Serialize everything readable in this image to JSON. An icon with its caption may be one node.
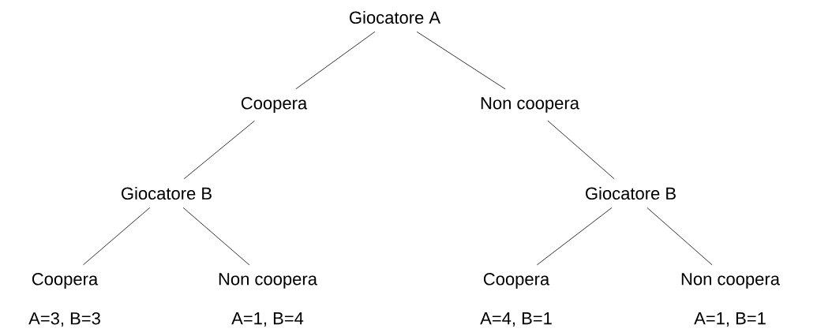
{
  "diagram": {
    "nodes": [
      {
        "text": [
          "Giocatore A"
        ]
      },
      {
        "text": [
          "Coopera"
        ]
      },
      {
        "text": [
          "Non coopera"
        ]
      },
      {
        "text": [
          "Giocatore B"
        ]
      },
      {
        "text": [
          "Giocatore B"
        ]
      },
      {
        "text": [
          "Coopera"
        ],
        "beside": [
          "A=3, B=3"
        ]
      },
      {
        "text": [
          "Non coopera"
        ],
        "beside": [
          "A=1, B=4"
        ]
      },
      {
        "text": [
          "Coopera"
        ],
        "beside": [
          "A=4, B=1"
        ]
      },
      {
        "text": [
          "Non coopera"
        ],
        "beside": [
          "A=1, B=1"
        ]
      }
    ],
    "edges": [
      {
        "from": 0,
        "to": 1,
        "arrow": "none"
      },
      {
        "from": 0,
        "to": 2,
        "arrow": "none"
      },
      {
        "from": 1,
        "to": 3,
        "arrow": "none"
      },
      {
        "from": 2,
        "to": 4,
        "arrow": "none"
      },
      {
        "from": 3,
        "to": 5,
        "arrow": "none"
      },
      {
        "from": 3,
        "to": 6,
        "arrow": "none"
      },
      {
        "from": 4,
        "to": 7,
        "arrow": "none"
      },
      {
        "from": 4,
        "to": 8,
        "arrow": "none"
      }
    ]
  }
}
